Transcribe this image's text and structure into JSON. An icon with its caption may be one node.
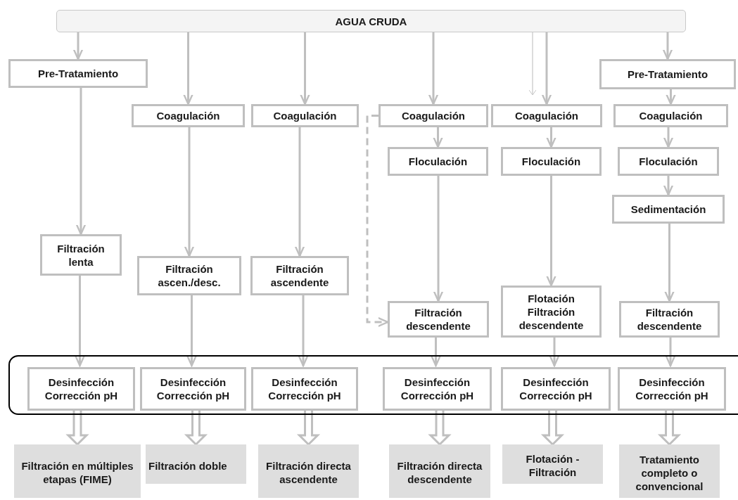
{
  "diagram": {
    "nodes": [
      {
        "text": [
          "AGUA CRUDA"
        ]
      },
      {
        "text": [
          "Pre-Tratamiento"
        ]
      },
      {
        "text": [
          "Pre-Tratamiento"
        ]
      },
      {
        "text": [
          "Coagulación"
        ]
      },
      {
        "text": [
          "Coagulación"
        ]
      },
      {
        "text": [
          "Coagulación"
        ]
      },
      {
        "text": [
          "Coagulación"
        ]
      },
      {
        "text": [
          "Coagulación"
        ]
      },
      {
        "text": [
          "Floculación"
        ]
      },
      {
        "text": [
          "Floculación"
        ]
      },
      {
        "text": [
          "Floculación"
        ]
      },
      {
        "text": [
          "Sedimentación"
        ]
      },
      {
        "text": [
          "Filtración lenta"
        ]
      },
      {
        "text": [
          "Filtración ascen./desc."
        ]
      },
      {
        "text": [
          "Filtración ascendente"
        ]
      },
      {
        "text": [
          "Filtración descendente"
        ]
      },
      {
        "text": [
          "Flotación Filtración descendente"
        ]
      },
      {
        "text": [
          "Filtración descendente"
        ]
      },
      {
        "text": [],
        "shape": "box"
      },
      {
        "text": [
          "Desinfección Corrección pH"
        ],
        "in": 18
      },
      {
        "text": [
          "Desinfección Corrección pH"
        ],
        "in": 18
      },
      {
        "text": [
          "Desinfección Corrección pH"
        ],
        "in": 18
      },
      {
        "text": [
          "Desinfección Corrección pH"
        ],
        "in": 18
      },
      {
        "text": [
          "Desinfección Corrección pH"
        ],
        "in": 18
      },
      {
        "text": [
          "Desinfección Corrección pH"
        ],
        "in": 18
      },
      {
        "text": [
          "Filtración en múltiples etapas (FIME)"
        ]
      },
      {
        "text": [
          "Filtración doble"
        ]
      },
      {
        "text": [
          "Filtración directa ascendente"
        ]
      },
      {
        "text": [
          "Filtración directa descendente"
        ]
      },
      {
        "text": [
          "Flotación - Filtración"
        ]
      },
      {
        "text": [
          "Tratamiento completo o convencional"
        ]
      }
    ],
    "edges": [
      {
        "from": 0,
        "to": 1,
        "arrow": "to"
      },
      {
        "from": 1,
        "to": 12,
        "arrow": "to"
      },
      {
        "from": 12,
        "to": 19,
        "arrow": "to"
      },
      {
        "from": 19,
        "to": 25,
        "arrow": "to",
        "style": "thick"
      },
      {
        "from": 0,
        "to": 3,
        "arrow": "to"
      },
      {
        "from": 3,
        "to": 13,
        "arrow": "to"
      },
      {
        "from": 13,
        "to": 20,
        "arrow": "to"
      },
      {
        "from": 20,
        "to": 26,
        "arrow": "to",
        "style": "thick"
      },
      {
        "from": 0,
        "to": 4,
        "arrow": "to"
      },
      {
        "from": 4,
        "to": 14,
        "arrow": "to"
      },
      {
        "from": 14,
        "to": 21,
        "arrow": "to"
      },
      {
        "from": 21,
        "to": 27,
        "arrow": "to",
        "style": "thick"
      },
      {
        "from": 0,
        "to": 5,
        "arrow": "to"
      },
      {
        "from": 5,
        "to": 8,
        "arrow": "to"
      },
      {
        "from": 8,
        "to": 15,
        "arrow": "to"
      },
      {
        "from": 5,
        "to": 15,
        "arrow": "to",
        "style": "dashed"
      },
      {
        "from": 15,
        "to": 22,
        "arrow": "to"
      },
      {
        "from": 22,
        "to": 28,
        "arrow": "to",
        "style": "thick"
      },
      {
        "from": 0,
        "to": 6,
        "arrow": "to",
        "color": "#d0d0d0"
      },
      {
        "from": 0,
        "to": 6,
        "arrow": "to"
      },
      {
        "from": 6,
        "to": 9,
        "arrow": "to"
      },
      {
        "from": 9,
        "to": 16,
        "arrow": "to"
      },
      {
        "from": 16,
        "to": 23,
        "arrow": "to"
      },
      {
        "from": 23,
        "to": 29,
        "arrow": "to",
        "style": "thick"
      },
      {
        "from": 0,
        "to": 2,
        "arrow": "to"
      },
      {
        "from": 2,
        "to": 7,
        "arrow": "to"
      },
      {
        "from": 7,
        "to": 10,
        "arrow": "to"
      },
      {
        "from": 10,
        "to": 11,
        "arrow": "to"
      },
      {
        "from": 11,
        "to": 17,
        "arrow": "to"
      },
      {
        "from": 17,
        "to": 24,
        "arrow": "to"
      },
      {
        "from": 24,
        "to": 30,
        "arrow": "to",
        "style": "thick"
      }
    ]
  }
}
